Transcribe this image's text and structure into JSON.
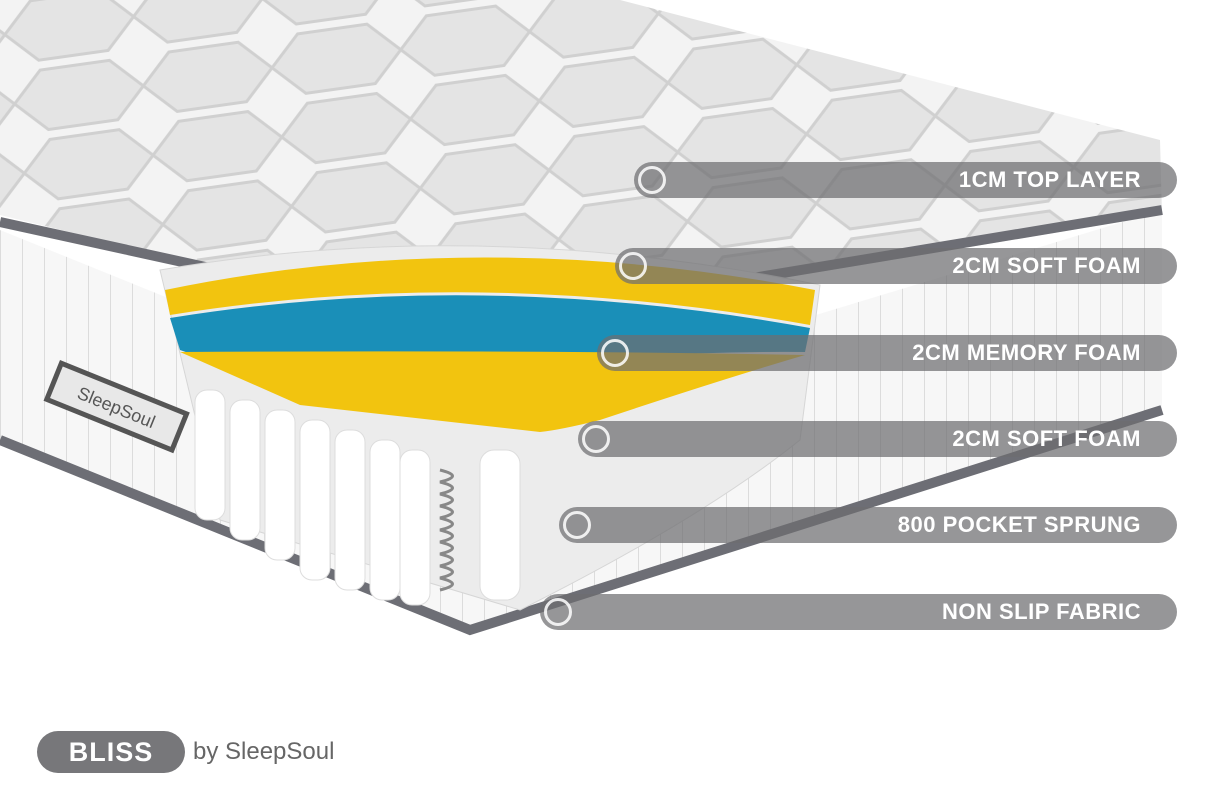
{
  "labels": [
    {
      "text": "1CM TOP LAYER"
    },
    {
      "text": "2CM SOFT FOAM"
    },
    {
      "text": "2CM MEMORY FOAM"
    },
    {
      "text": "2CM SOFT FOAM"
    },
    {
      "text": "800 POCKET SPRUNG"
    },
    {
      "text": "NON SLIP FABRIC"
    }
  ],
  "brand": {
    "name": "BLISS",
    "byline": "by SleepSoul",
    "side_tag": "SleepSoul"
  },
  "colors": {
    "pill": "#6e6e70",
    "soft_foam": "#f2c40f",
    "memory_foam": "#1a8fb8",
    "border": "#6d6e75",
    "fabric": "#f1f1f1"
  }
}
